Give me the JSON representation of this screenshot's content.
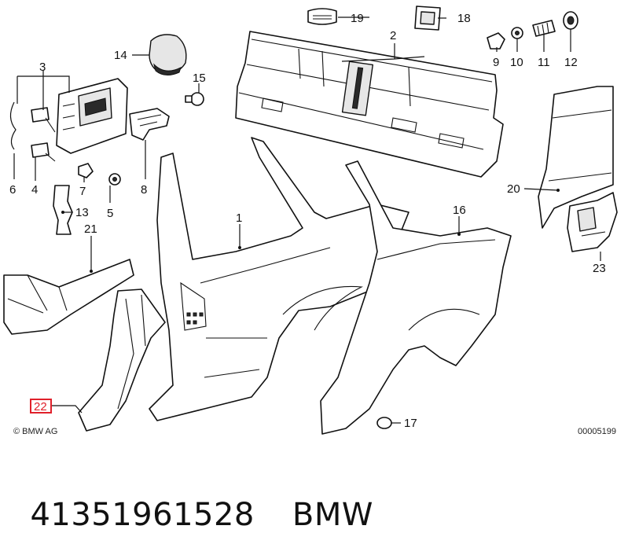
{
  "diagram": {
    "callouts": {
      "c1": "1",
      "c2": "2",
      "c3": "3",
      "c4": "4",
      "c5": "5",
      "c6": "6",
      "c7": "7",
      "c8": "8",
      "c9": "9",
      "c10": "10",
      "c11": "11",
      "c12": "12",
      "c13": "13",
      "c14": "14",
      "c15": "15",
      "c16": "16",
      "c17": "17",
      "c18": "18",
      "c19": "19",
      "c20": "20",
      "c21": "21",
      "c22": "22",
      "c23": "23"
    },
    "highlighted_callout": "22",
    "highlight_color": "#e0202a",
    "copyright": "© BMW AG",
    "image_code": "00005199"
  },
  "footer": {
    "part_number": "41351961528",
    "brand": "BMW"
  }
}
